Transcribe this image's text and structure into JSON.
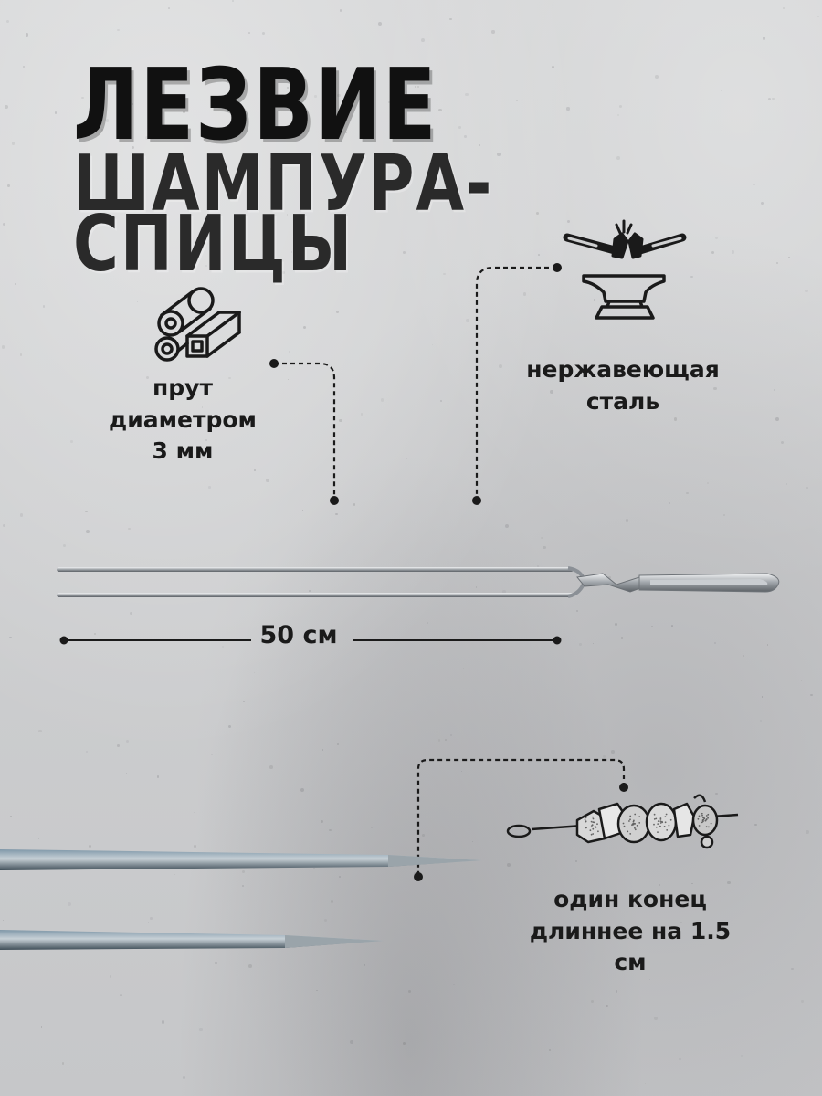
{
  "title": {
    "line1": "ЛЕЗВИЕ",
    "line2": "ШАМПУРА-",
    "line3": "СПИЦЫ"
  },
  "features": {
    "rod": {
      "icon": "metal-rods-icon",
      "lines": [
        "прут",
        "диаметром",
        "3 мм"
      ]
    },
    "steel": {
      "icon": "anvil-hammers-icon",
      "lines": [
        "нержавеющая",
        "сталь"
      ]
    },
    "skewer_end": {
      "icon": "kebab-skewer-icon",
      "lines": [
        "один конец",
        "длиннее на 1.5",
        "см"
      ]
    }
  },
  "dimension": {
    "length_label": "50 см"
  },
  "colors": {
    "ink": "#1a1a1a",
    "metal": "#9aa0a6",
    "background": "#cfd0d1"
  }
}
